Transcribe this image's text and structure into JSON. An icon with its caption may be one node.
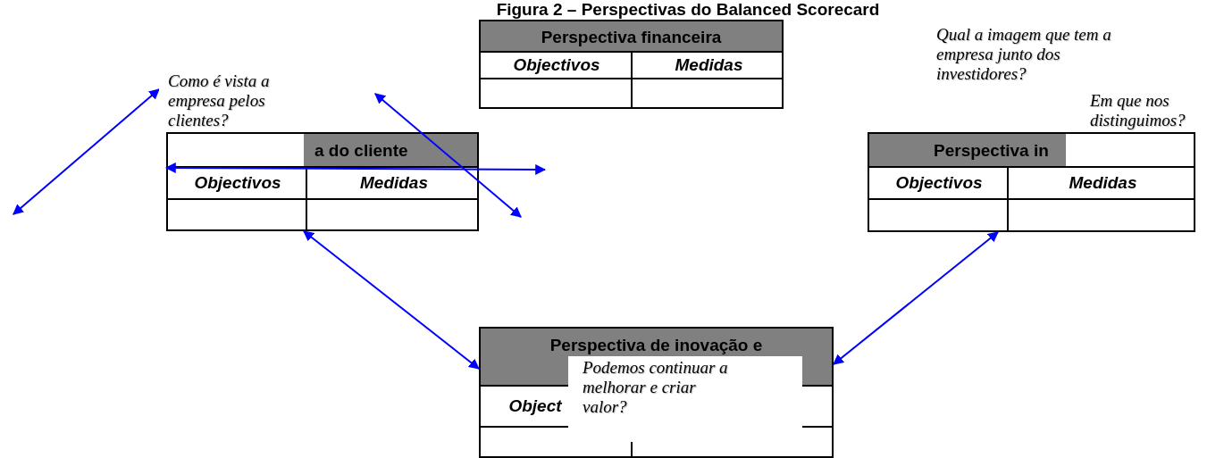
{
  "diagram": {
    "title": "Figura 2 – Perspectivas do Balanced Scorecard",
    "nodes": [
      {
        "text": [
          "Perspectiva financeira",
          "Objectivos",
          "Medidas"
        ]
      },
      {
        "text": [
          "Qual a imagem que tem a empresa junto dos investidores?"
        ]
      },
      {
        "text": [
          "Como é vista a empresa pelos clientes?"
        ]
      },
      {
        "text": [
          "a do cliente",
          "Objectivos",
          "Medidas"
        ]
      },
      {
        "text": [
          "Perspectiva in",
          "Objectivos",
          "Medidas"
        ]
      },
      {
        "text": [
          "Em que nos distinguimos?"
        ]
      },
      {
        "text": [
          "Perspectiva de inovação e",
          "Object"
        ]
      },
      {
        "text": [
          "Podemos continuar a melhorar e criar valor?"
        ],
        "in": 6
      }
    ],
    "edges": [
      {
        "from": null,
        "to": 2,
        "arrow": "both"
      },
      {
        "from": 3,
        "to": null,
        "arrow": "both"
      },
      {
        "from": 3,
        "to": 6,
        "arrow": "both"
      },
      {
        "from": 4,
        "to": 6,
        "arrow": "both"
      }
    ]
  }
}
